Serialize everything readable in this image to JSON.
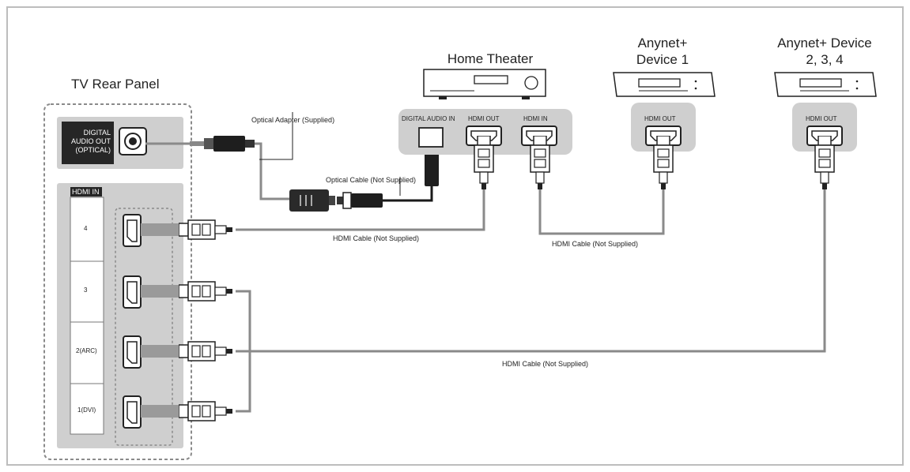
{
  "tv_panel": {
    "title": "TV Rear Panel",
    "digital_audio_label": [
      "DIGITAL",
      "AUDIO OUT",
      "(OPTICAL)"
    ],
    "hdmi_in_label": "HDMI IN",
    "ports": [
      "4",
      "3",
      "2(ARC)",
      "1(DVI)"
    ]
  },
  "home_theater": {
    "title": "Home Theater",
    "ports": {
      "digital_audio_in": "DIGITAL AUDIO IN",
      "hdmi_out": "HDMI OUT",
      "hdmi_in": "HDMI IN"
    }
  },
  "anynet_device_1": {
    "title_lines": [
      "Anynet+",
      "Device 1"
    ],
    "port": "HDMI OUT"
  },
  "anynet_device_234": {
    "title_lines": [
      "Anynet+ Device",
      "2, 3, 4"
    ],
    "port": "HDMI OUT"
  },
  "cables": {
    "optical_adapter": "Optical Adapter (Supplied)",
    "optical_cable": "Optical Cable (Not Supplied)",
    "hdmi_cable_1": "HDMI Cable (Not Supplied)",
    "hdmi_cable_2": "HDMI Cable (Not Supplied)",
    "hdmi_cable_3": "HDMI Cable (Not Supplied)"
  }
}
